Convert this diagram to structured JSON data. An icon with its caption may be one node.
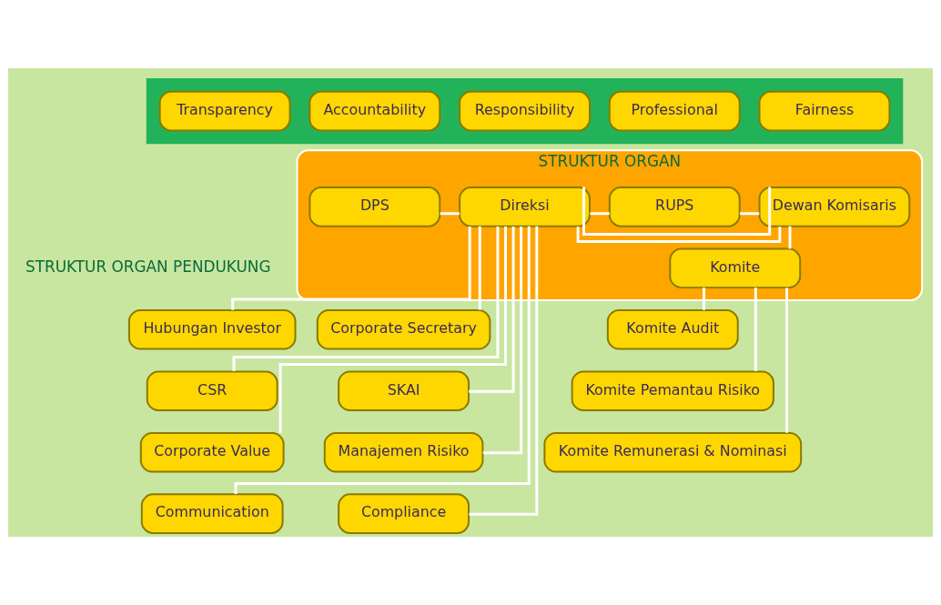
{
  "diagram": {
    "nodes": [
      {
        "text": [],
        "shape": "box"
      },
      {
        "text": [
          "Transparency"
        ],
        "in": 0
      },
      {
        "text": [
          "Accountability"
        ],
        "in": 0
      },
      {
        "text": [
          "Responsibility"
        ],
        "in": 0
      },
      {
        "text": [
          "Professional"
        ],
        "in": 0
      },
      {
        "text": [
          "Fairness"
        ],
        "in": 0
      },
      {
        "text": [
          "STRUKTUR ORGAN"
        ]
      },
      {
        "text": [
          "DPS"
        ],
        "in": 6
      },
      {
        "text": [
          "Direksi"
        ],
        "in": 6
      },
      {
        "text": [
          "RUPS"
        ],
        "in": 6
      },
      {
        "text": [
          "Dewan Komisaris"
        ],
        "in": 6
      },
      {
        "text": [
          "Komite"
        ],
        "in": 6
      },
      {
        "text": [
          "Corporate Secretary"
        ]
      },
      {
        "text": [
          "SKAI"
        ]
      },
      {
        "text": [
          "Manajemen Risiko"
        ]
      },
      {
        "text": [
          "Compliance"
        ]
      },
      {
        "text": [
          "Hubungan Investor"
        ]
      },
      {
        "text": [
          "CSR"
        ]
      },
      {
        "text": [
          "Corporate Value"
        ]
      },
      {
        "text": [
          "Communication"
        ]
      },
      {
        "text": [
          "Komite Audit"
        ]
      },
      {
        "text": [
          "Komite Pemantau Risiko"
        ]
      },
      {
        "text": [
          "Komite Remunerasi & Nominasi"
        ]
      }
    ],
    "edges": [
      {
        "from": 7,
        "to": 8,
        "arrow": "none"
      },
      {
        "from": 8,
        "to": 9,
        "arrow": "none"
      },
      {
        "from": 9,
        "to": 10,
        "arrow": "none"
      },
      {
        "from": 8,
        "to": 10,
        "arrow": "none"
      },
      {
        "from": 8,
        "to": 10,
        "arrow": "none"
      },
      {
        "from": 10,
        "to": 11,
        "arrow": "none"
      },
      {
        "from": 8,
        "to": 12,
        "arrow": "none"
      },
      {
        "from": 8,
        "to": 13,
        "arrow": "none"
      },
      {
        "from": 8,
        "to": 14,
        "arrow": "none"
      },
      {
        "from": 8,
        "to": 15,
        "arrow": "none"
      },
      {
        "from": 8,
        "to": 16,
        "arrow": "none"
      },
      {
        "from": 8,
        "to": 17,
        "arrow": "none"
      },
      {
        "from": 8,
        "to": 18,
        "arrow": "none"
      },
      {
        "from": 8,
        "to": 19,
        "arrow": "none"
      },
      {
        "from": 11,
        "to": 20,
        "arrow": "none"
      },
      {
        "from": 11,
        "to": 21,
        "arrow": "none"
      },
      {
        "from": 11,
        "to": 22,
        "arrow": "none"
      }
    ],
    "labels": [
      "STRUKTUR ORGAN PENDUKUNG"
    ]
  }
}
